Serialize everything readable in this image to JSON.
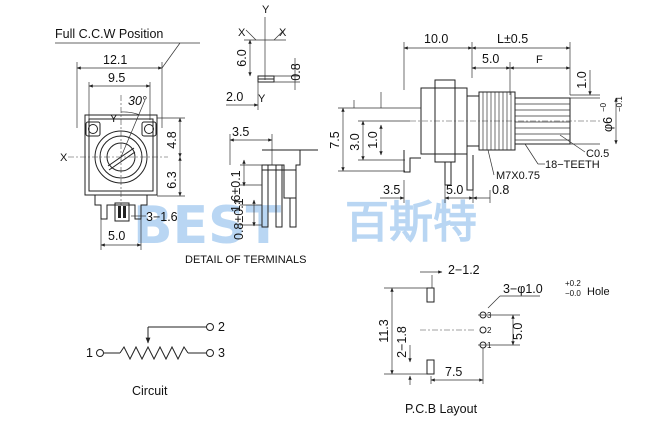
{
  "labels": {
    "full_ccw": "Full C.C.W Position",
    "detail_terminals": "DETAIL OF TERMINALS",
    "circuit": "Circuit",
    "pcb_layout": "P.C.B Layout",
    "watermark_latin": "BEST",
    "watermark_cjk": "百斯特"
  },
  "front_view": {
    "dim_width_outer": "12.1",
    "dim_width_inner": "9.5",
    "angle": "30°",
    "axis_y": "Y",
    "axis_x": "X",
    "dim_4_8": "4.8",
    "dim_6_3": "6.3",
    "dim_3_1_6": "3−1.6",
    "dim_5_0": "5.0"
  },
  "pin_detail": {
    "axis_y_top": "Y",
    "axis_x_left": "X",
    "axis_x_right": "X",
    "dim_6_0": "6.0",
    "dim_0_8": "0.8",
    "dim_2_0": "2.0",
    "axis_y_bottom": "Y"
  },
  "terminals": {
    "dim_3_5": "3.5",
    "dim_1_6": "1.6±0.1",
    "dim_0_8": "0.8±0.1"
  },
  "side_view": {
    "dim_10_0": "10.0",
    "dim_L": "L±0.5",
    "dim_5_0_top": "5.0",
    "dim_F": "F",
    "dim_1_0_right": "1.0",
    "dim_dia6": "φ6",
    "dia6_tol_upper": "−0",
    "dia6_tol_lower": "−0.1",
    "dim_7_5": "7.5",
    "dim_3_0": "3.0",
    "dim_1_0_left": "1.0",
    "chamfer": "C0.5",
    "teeth": "18−TEETH",
    "thread": "M7X0.75",
    "dim_3_5": "3.5",
    "dim_5_0_bottom": "5.0",
    "dim_0_8": "0.8"
  },
  "circuit": {
    "pin1": "1",
    "pin2": "2",
    "pin3": "3"
  },
  "pcb": {
    "dim_2_1_2": "2−1.2",
    "hole_prefix": "3−φ1.0",
    "hole_tol_upper": "+0.2",
    "hole_tol_lower": "−0.0",
    "hole_suffix": "Hole",
    "dim_11_3": "11.3",
    "dim_2_1_8": "2−1.8",
    "dim_5_0": "5.0",
    "dim_7_5": "7.5",
    "pin3": "3",
    "pin2": "2",
    "pin1": "1"
  }
}
